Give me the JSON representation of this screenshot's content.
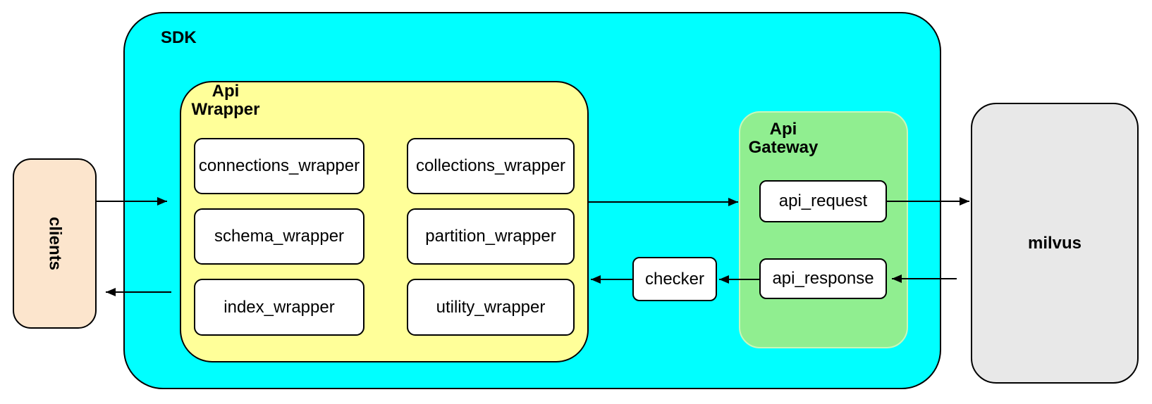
{
  "nodes": {
    "clients": {
      "label": "clients",
      "fill": "#fce5cd"
    },
    "sdk": {
      "label": "SDK",
      "fill": "#00ffff"
    },
    "api_wrapper": {
      "label": "Api\nWrapper",
      "fill": "#ffff99",
      "boxes": [
        {
          "label": "connections_wrapper"
        },
        {
          "label": "collections_wrapper"
        },
        {
          "label": "schema_wrapper"
        },
        {
          "label": "partition_wrapper"
        },
        {
          "label": "index_wrapper"
        },
        {
          "label": "utility_wrapper"
        }
      ]
    },
    "checker": {
      "label": "checker",
      "fill": "#ffffff"
    },
    "api_gateway": {
      "label": "Api\nGateway",
      "fill": "#90ee90",
      "boxes": [
        {
          "label": "api_request"
        },
        {
          "label": "api_response"
        }
      ]
    },
    "milvus": {
      "label": "milvus",
      "fill": "#e8e8e8"
    }
  },
  "connections": [
    {
      "from": "clients",
      "to": "api_wrapper",
      "direction": "right"
    },
    {
      "from": "api_wrapper",
      "to": "api_gateway",
      "direction": "right"
    },
    {
      "from": "api_request",
      "to": "milvus",
      "direction": "right"
    },
    {
      "from": "milvus",
      "to": "api_response",
      "direction": "left"
    },
    {
      "from": "api_response",
      "to": "checker",
      "direction": "left"
    },
    {
      "from": "checker",
      "to": "api_wrapper",
      "direction": "left"
    },
    {
      "from": "api_wrapper",
      "to": "clients",
      "direction": "left"
    }
  ],
  "edge_color": "#000000"
}
